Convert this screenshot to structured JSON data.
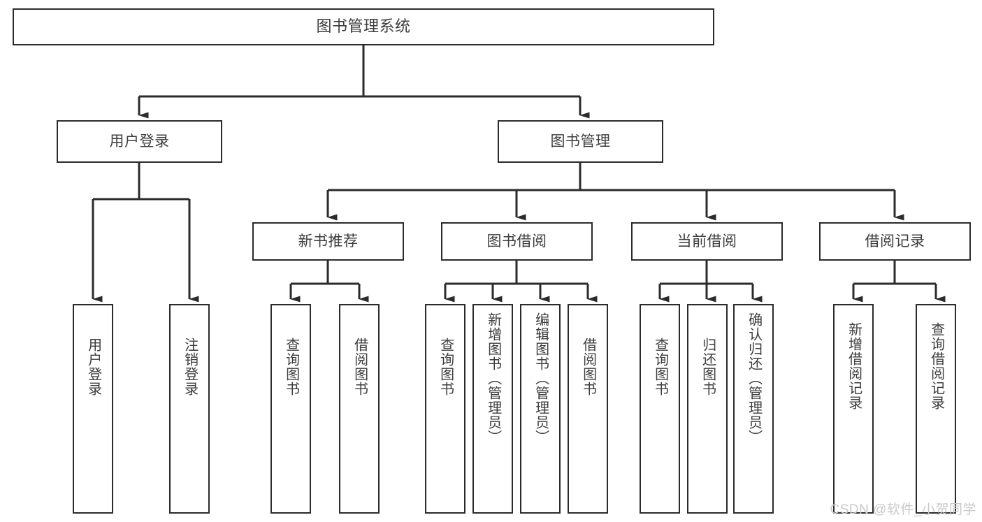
{
  "diagram": {
    "title": "图书管理系统",
    "type": "functional-structure-tree",
    "watermark": "CSDN @软件_小贺同学",
    "colors": {
      "stroke": "#2b2b2b",
      "box_fill": "#ffffff",
      "text": "#3d3d3d",
      "background": "#ffffff",
      "watermark": "#c9c9c9"
    }
  },
  "nodes": {
    "root": {
      "label": "图书管理系统"
    },
    "level1": [
      {
        "id": "user-login",
        "label": "用户登录"
      },
      {
        "id": "book-manage",
        "label": "图书管理"
      }
    ],
    "level2": [
      {
        "id": "new-book-rec",
        "label": "新书推荐"
      },
      {
        "id": "book-borrow",
        "label": "图书借阅"
      },
      {
        "id": "current-borrow",
        "label": "当前借阅"
      },
      {
        "id": "borrow-record",
        "label": "借阅记录"
      }
    ],
    "leaves": {
      "user_login": [
        {
          "id": "leaf-user-login",
          "label": "用户登录"
        },
        {
          "id": "leaf-user-logout",
          "label": "注销登录"
        }
      ],
      "new_book_rec": [
        {
          "id": "leaf-query-book-1",
          "label": "查询图书"
        },
        {
          "id": "leaf-borrow-book-1",
          "label": "借阅图书"
        }
      ],
      "book_borrow": [
        {
          "id": "leaf-query-book-2",
          "label": "查询图书"
        },
        {
          "id": "leaf-add-book",
          "label": "新增图书（管理员）"
        },
        {
          "id": "leaf-edit-book",
          "label": "编辑图书（管理员）"
        },
        {
          "id": "leaf-borrow-book-2",
          "label": "借阅图书"
        }
      ],
      "current_borrow": [
        {
          "id": "leaf-query-book-3",
          "label": "查询图书"
        },
        {
          "id": "leaf-return-book",
          "label": "归还图书"
        },
        {
          "id": "leaf-confirm-return",
          "label": "确认归还（管理员）"
        }
      ],
      "borrow_record": [
        {
          "id": "leaf-add-record",
          "label": "新增借阅记录"
        },
        {
          "id": "leaf-query-record",
          "label": "查询借阅记录"
        }
      ]
    }
  }
}
